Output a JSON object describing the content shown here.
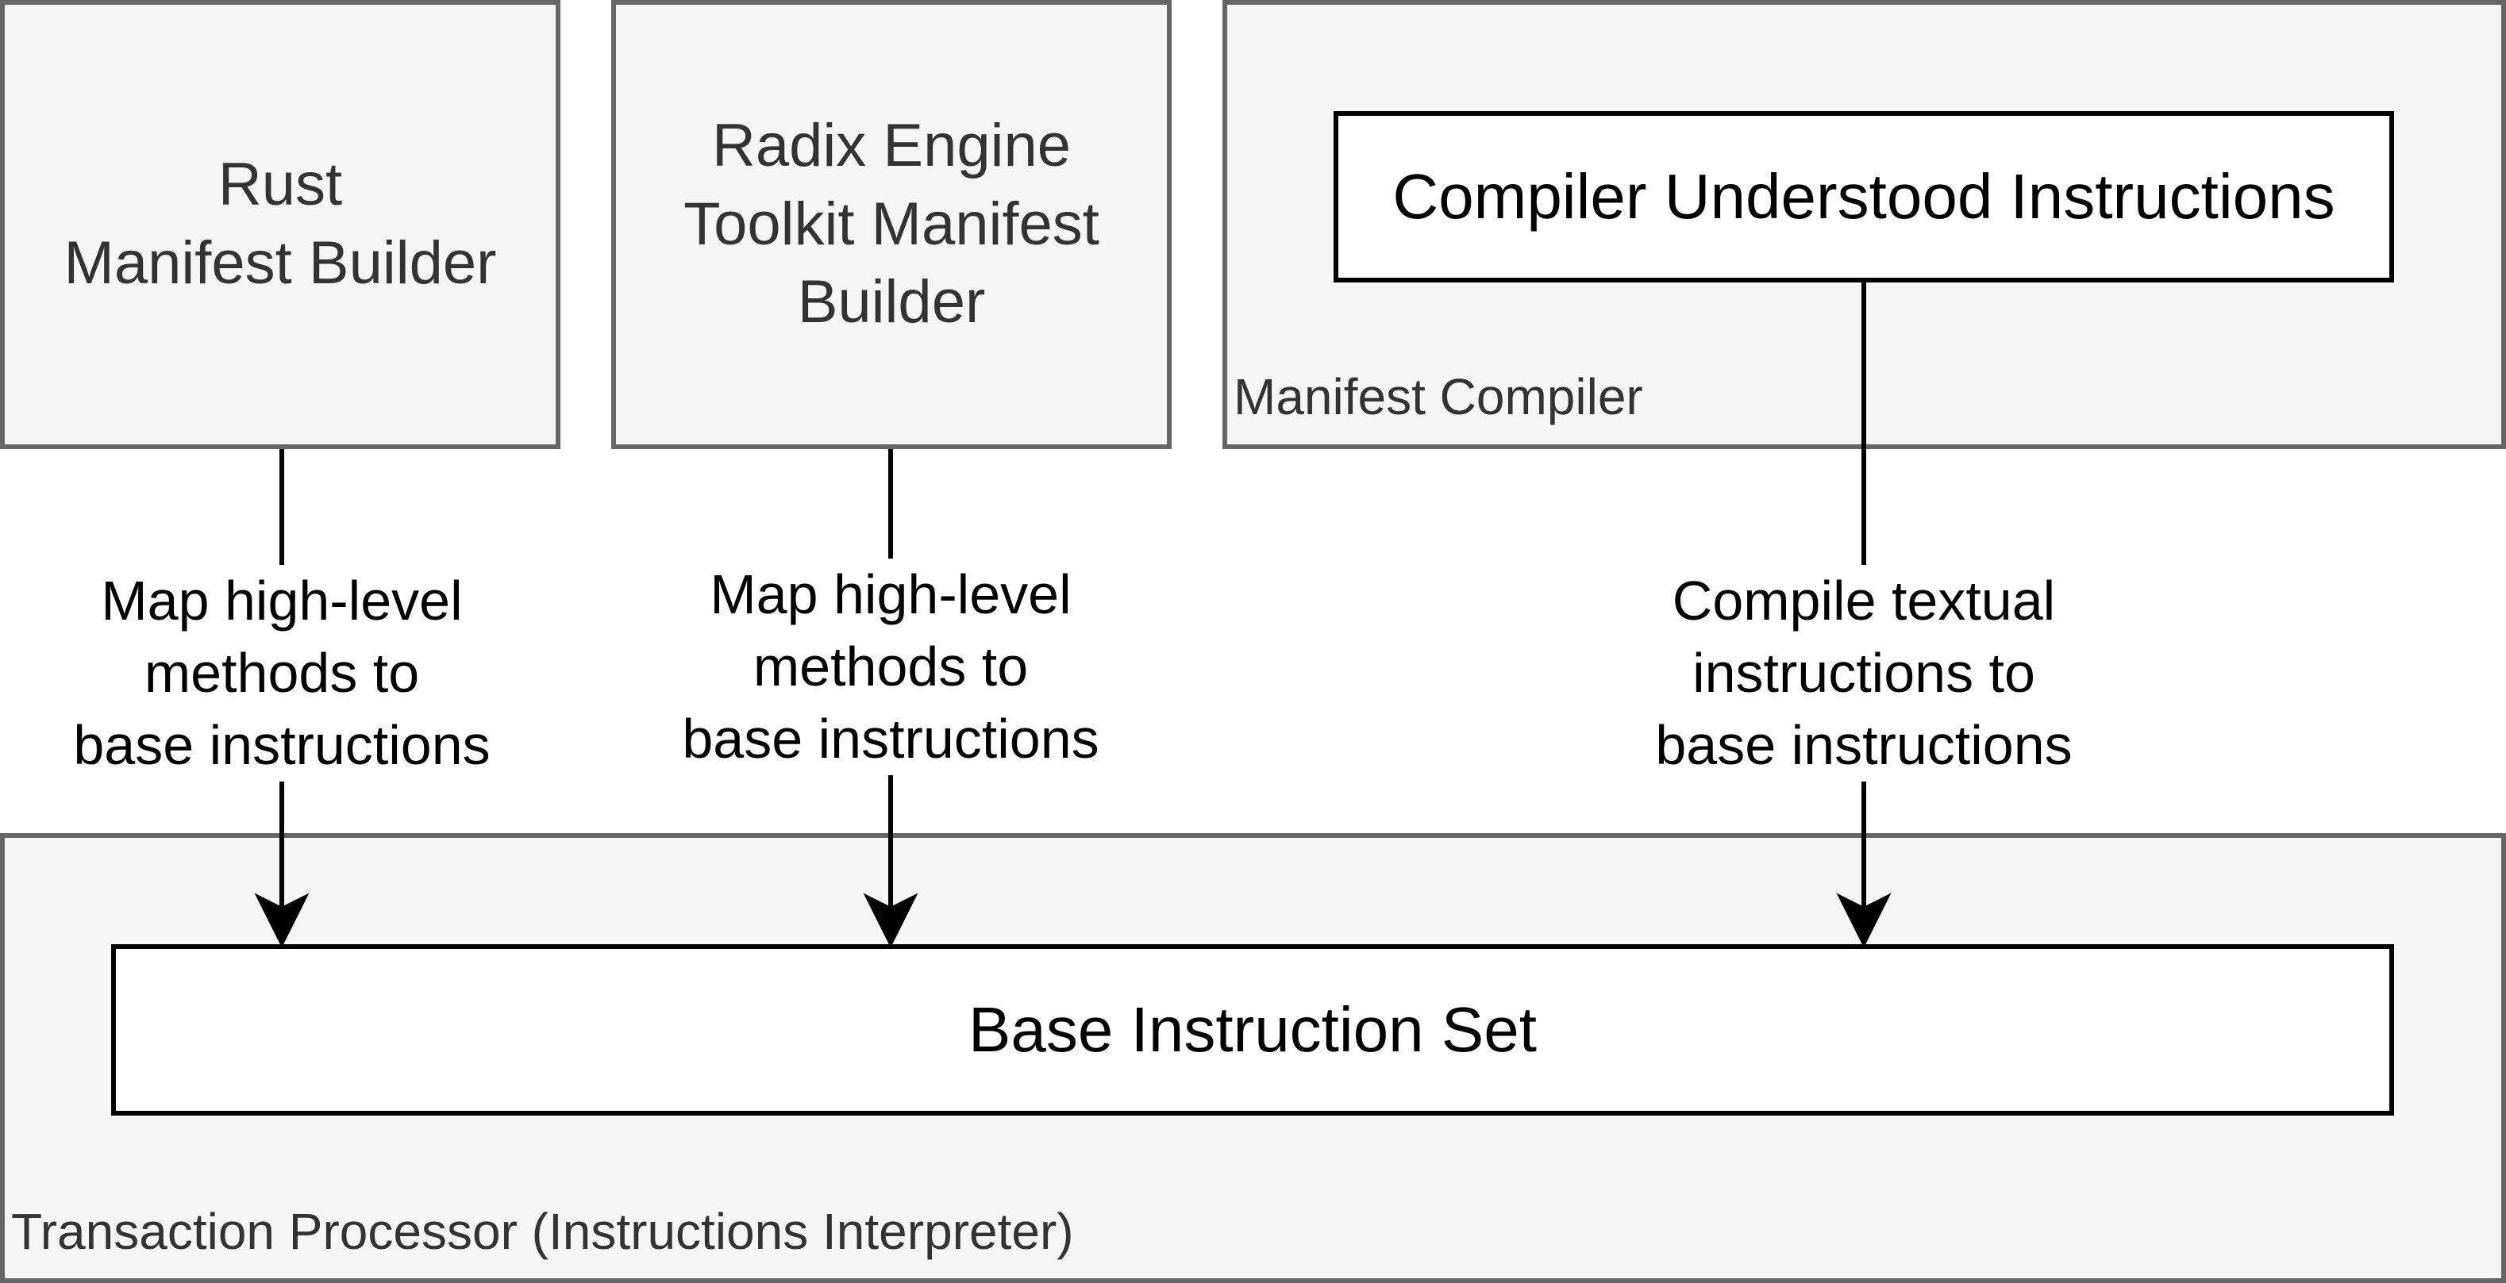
{
  "nodes": {
    "rust_builder": "Rust\nManifest Builder",
    "ret_builder": "Radix Engine\nToolkit Manifest\nBuilder",
    "manifest_compiler_label": "Manifest Compiler",
    "compiler_instructions": "Compiler Understood Instructions",
    "transaction_processor_label": "Transaction Processor (Instructions Interpreter)",
    "base_instruction_set": "Base Instruction Set"
  },
  "edges": {
    "rust_to_base": "Map high-level\nmethods to\nbase instructions",
    "ret_to_base": "Map high-level\nmethods to\nbase instructions",
    "compiler_to_base": "Compile textual\ninstructions to\nbase instructions"
  },
  "colors": {
    "container_fill": "#f5f5f5",
    "container_stroke": "#666666",
    "node_fill": "#ffffff",
    "node_stroke": "#000000"
  }
}
